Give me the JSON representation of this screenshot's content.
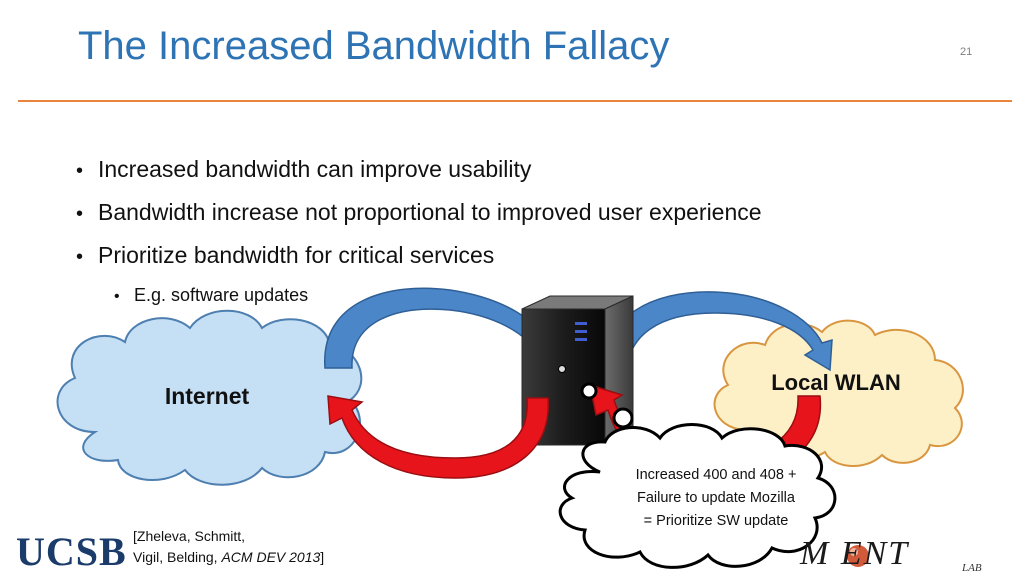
{
  "slide": {
    "title": "The Increased Bandwidth Fallacy",
    "number": "21"
  },
  "bullets": [
    "Increased bandwidth can improve usability",
    "Bandwidth increase not proportional to improved user experience",
    "Prioritize bandwidth for critical services"
  ],
  "subbullets": [
    "E.g. software updates"
  ],
  "bullet_glyph": "•",
  "diagram": {
    "internet_label": "Internet",
    "wlan_label": "Local WLAN",
    "callout_lines": [
      "Increased 400 and 408 +",
      "Failure to update Mozilla",
      "= Prioritize SW update"
    ]
  },
  "citation": {
    "line1": "[Zheleva, Schmitt,",
    "line2_prefix": "Vigil, Belding, ",
    "line2_italic": "ACM DEV 2013",
    "line2_suffix": "]"
  },
  "logos": {
    "ucsb": "UCSB",
    "moment": "M ENT",
    "moment_sub": "LAB"
  },
  "colors": {
    "title": "#2e74b5",
    "rule": "#e8843c",
    "internet_cloud": "#c5dff4",
    "wlan_cloud": "#fdefc6",
    "arrow_blue": "#4a86c8",
    "arrow_red": "#e8141b"
  }
}
